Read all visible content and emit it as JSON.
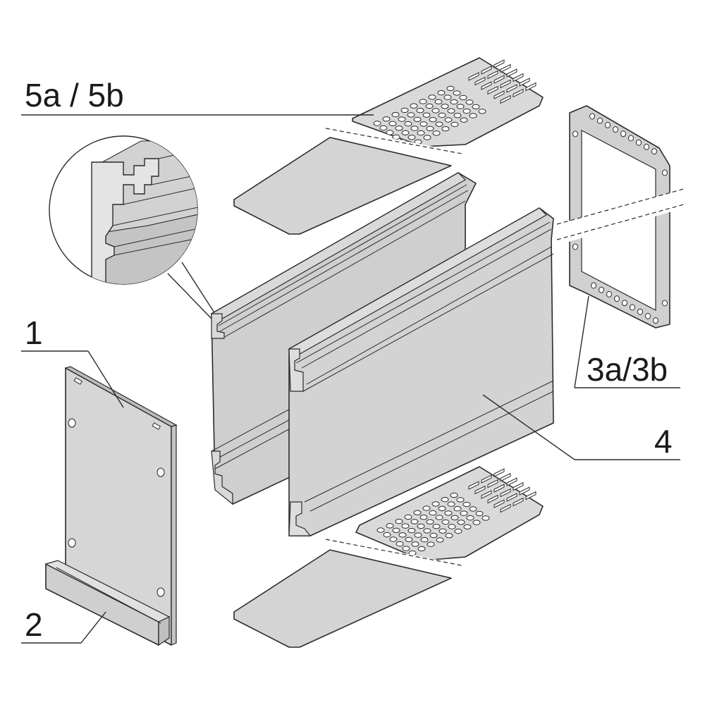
{
  "labels": {
    "part_1": "1",
    "part_2": "2",
    "part_3": "3a/3b",
    "part_4": "4",
    "part_5": "5a / 5b"
  },
  "colors": {
    "panel_fill": "#d7d7d7",
    "panel_dark": "#bdbdbd",
    "panel_light": "#e6e6e6",
    "line": "#2b2b2b",
    "background": "#ffffff"
  }
}
